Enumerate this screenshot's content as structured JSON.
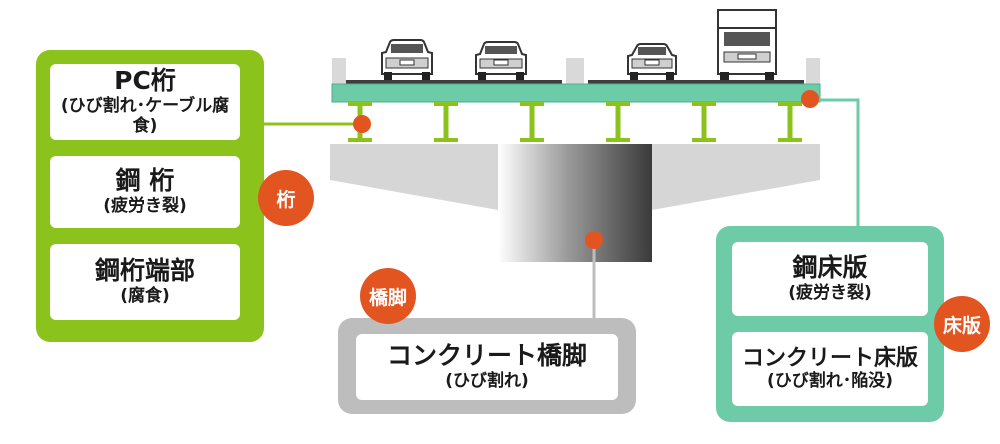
{
  "colors": {
    "girder_green": "#8bc21c",
    "deck_teal": "#6ecba8",
    "pier_gray": "#bdbdbd",
    "badge_orange": "#e25520",
    "asphalt": "#3d3d3d"
  },
  "girder_panel": {
    "badge": "桁",
    "items": [
      {
        "title": "PC桁",
        "subtitle": "(ひび割れ･ケーブル腐食)"
      },
      {
        "title": "鋼 桁",
        "subtitle": "(疲労き裂)"
      },
      {
        "title": "鋼桁端部",
        "subtitle": "(腐食)"
      }
    ]
  },
  "deck_panel": {
    "badge": "床版",
    "items": [
      {
        "title": "鋼床版",
        "subtitle": "(疲労き裂)"
      },
      {
        "title": "コンクリート床版",
        "subtitle": "(ひび割れ･陥没)"
      }
    ]
  },
  "pier_panel": {
    "badge": "橋脚",
    "items": [
      {
        "title": "コンクリート橋脚",
        "subtitle": "(ひび割れ)"
      }
    ]
  },
  "icons": [
    "car-icon",
    "car-icon",
    "car-icon",
    "truck-icon"
  ]
}
